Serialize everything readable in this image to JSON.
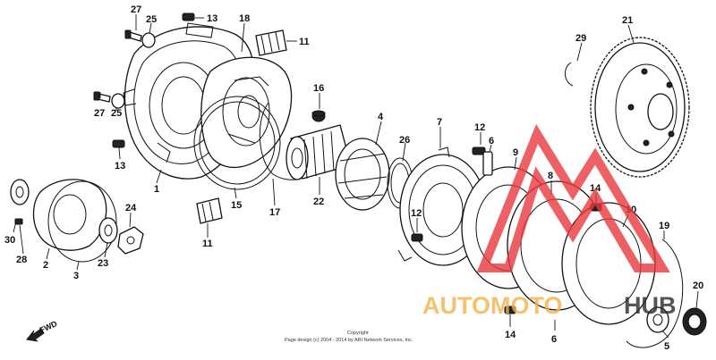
{
  "diagram": {
    "callout_labels": [
      "27",
      "25",
      "13",
      "18",
      "11",
      "29",
      "21",
      "16",
      "4",
      "7",
      "12",
      "6",
      "9",
      "27",
      "25",
      "13",
      "1",
      "15",
      "17",
      "22",
      "26",
      "12",
      "8",
      "14",
      "10",
      "19",
      "24",
      "30",
      "28",
      "2",
      "3",
      "23",
      "11",
      "20",
      "5",
      "14",
      "6"
    ],
    "direction_label": "FWD",
    "copyright_line1": "Copyright",
    "copyright_line2": "Page design (c) 2004 - 2014 by ARI Network Services, Inc."
  },
  "watermark": {
    "text_orange": "AUTOMOTO",
    "text_dark": "HUB",
    "colors": {
      "red": "#e8383d",
      "orange": "#f5b14a",
      "dark": "#2b2b2b"
    }
  }
}
